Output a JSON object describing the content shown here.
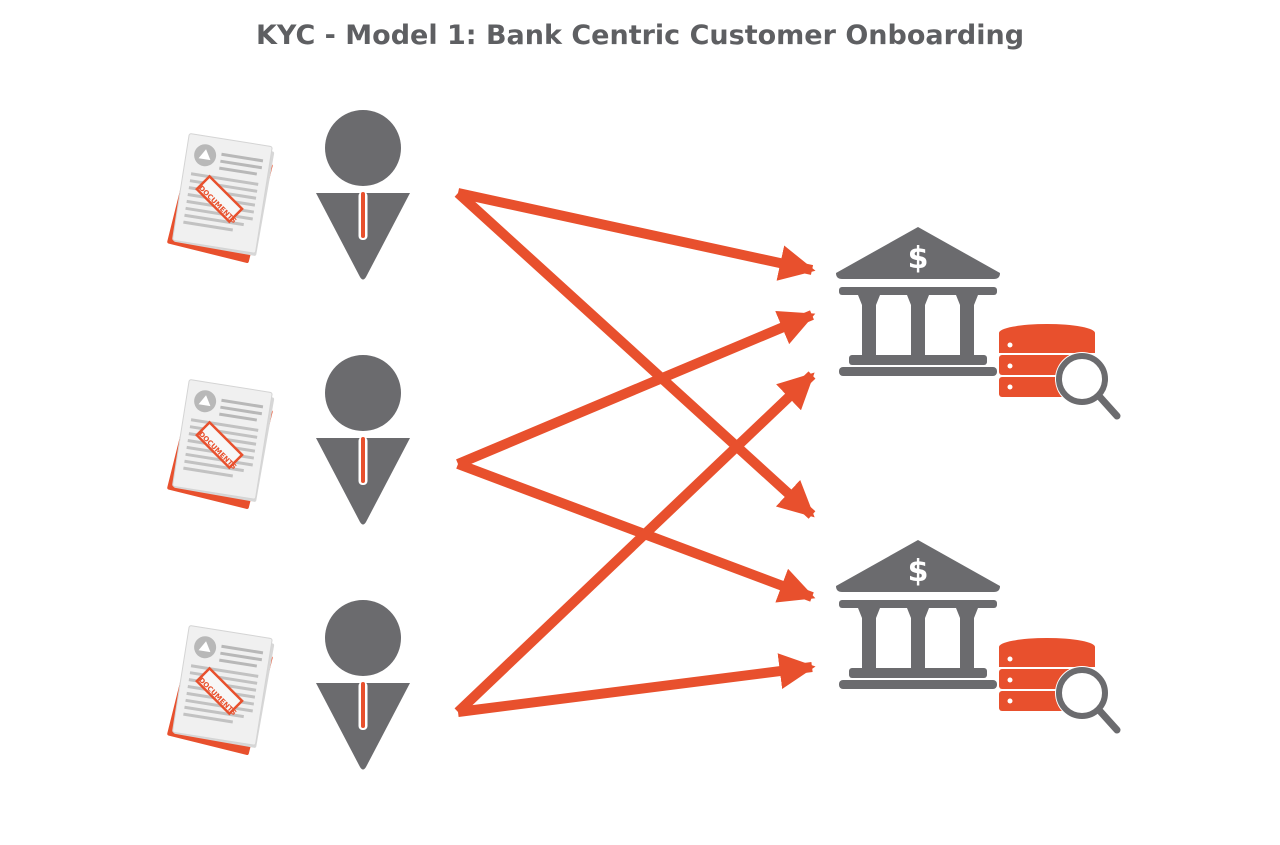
{
  "title": "KYC - Model 1: Bank Centric Customer Onboarding",
  "colors": {
    "accent": "#e8502d",
    "gray": "#6b6b6e",
    "text": "#5e5f62",
    "paper": "#eeeeee"
  },
  "document_stamp_text": "DOCUMENTS",
  "bank_symbol": "$",
  "customers": [
    {
      "icon": "person-icon",
      "documents_icon": "documents-icon"
    },
    {
      "icon": "person-icon",
      "documents_icon": "documents-icon"
    },
    {
      "icon": "person-icon",
      "documents_icon": "documents-icon"
    }
  ],
  "banks": [
    {
      "icon": "bank-icon",
      "database_icon": "database-search-icon"
    },
    {
      "icon": "bank-icon",
      "database_icon": "database-search-icon"
    }
  ],
  "connections": [
    {
      "from": "customer-1",
      "to": "bank-1"
    },
    {
      "from": "customer-1",
      "to": "bank-2"
    },
    {
      "from": "customer-2",
      "to": "bank-1"
    },
    {
      "from": "customer-2",
      "to": "bank-2"
    },
    {
      "from": "customer-3",
      "to": "bank-1"
    },
    {
      "from": "customer-3",
      "to": "bank-2"
    }
  ]
}
